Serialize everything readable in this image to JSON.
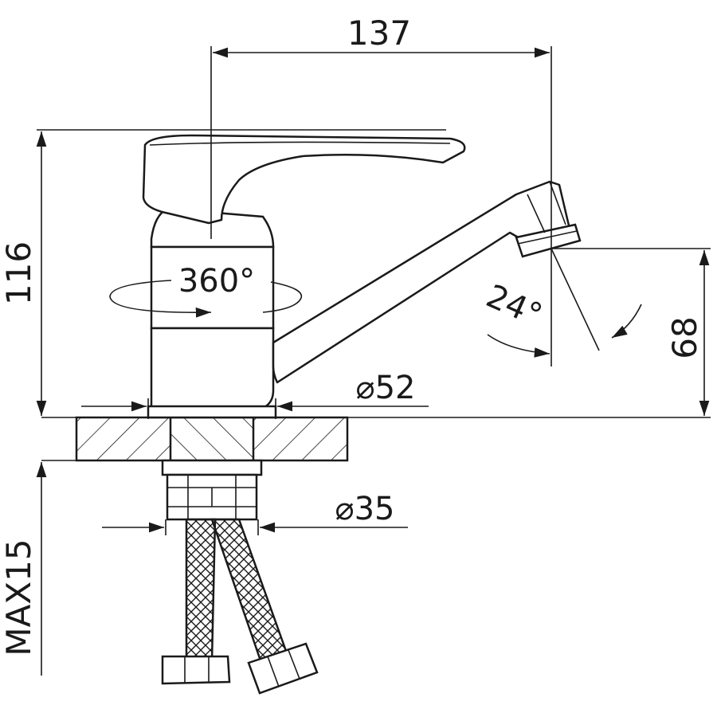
{
  "colors": {
    "ink": "#1a1a1a",
    "background": "#ffffff"
  },
  "dimensions": {
    "width_top": "137",
    "height_total": "116",
    "spout_height": "68",
    "rotation": "360°",
    "spout_angle": "24°",
    "base_diameter": "⌀52",
    "shank_diameter": "⌀35",
    "max_thickness": "MAX15"
  }
}
